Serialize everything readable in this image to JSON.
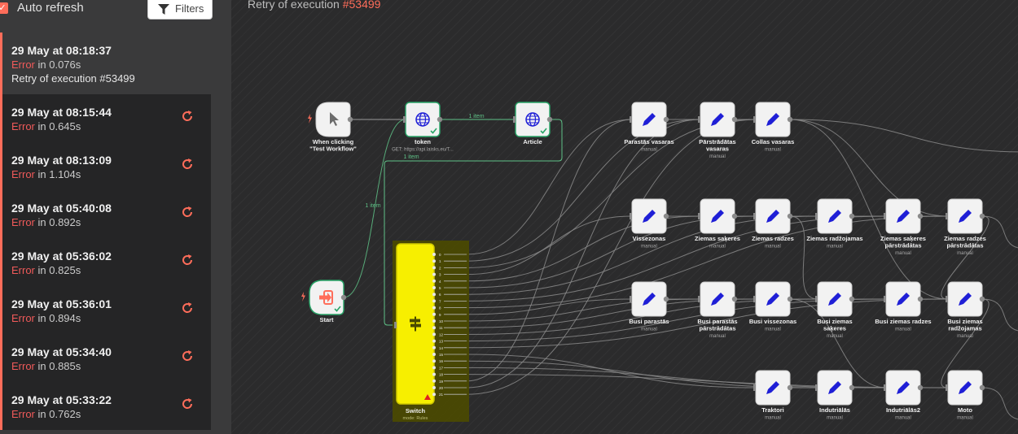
{
  "sidebar": {
    "auto_refresh_label": "Auto refresh",
    "auto_refresh_checked": true,
    "filters_label": "Filters",
    "executions": [
      {
        "time": "29 May at 08:18:37",
        "status": "Error",
        "duration": " in 0.076s",
        "retry_of": "Retry of execution #53499",
        "selected": true
      },
      {
        "time": "29 May at 08:15:44",
        "status": "Error",
        "duration": " in 0.645s"
      },
      {
        "time": "29 May at 08:13:09",
        "status": "Error",
        "duration": " in 1.104s"
      },
      {
        "time": "29 May at 05:40:08",
        "status": "Error",
        "duration": " in 0.892s"
      },
      {
        "time": "29 May at 05:36:02",
        "status": "Error",
        "duration": " in 0.825s"
      },
      {
        "time": "29 May at 05:36:01",
        "status": "Error",
        "duration": " in 0.894s"
      },
      {
        "time": "29 May at 05:34:40",
        "status": "Error",
        "duration": " in 0.885s"
      },
      {
        "time": "29 May at 05:33:22",
        "status": "Error",
        "duration": " in 0.762s"
      }
    ]
  },
  "canvas": {
    "title_prefix": "Retry of execution ",
    "title_id": "#53499",
    "colors": {
      "accent": "#ff6d5a",
      "success": "#29a568",
      "edge": "#8a8a8a",
      "edge_active": "#5fc287",
      "switch": "#f7ef00",
      "icon_blue": "#1f1fd6"
    },
    "nodes": [
      {
        "id": "trigger",
        "label": "When clicking \"Test Workflow\"",
        "icon": "cursor-icon",
        "kind": "trigger"
      },
      {
        "id": "token",
        "label": "token",
        "sub": "GET: https://api.laisks.eu/T...",
        "icon": "globe-icon",
        "kind": "http",
        "ok": true
      },
      {
        "id": "article",
        "label": "Article",
        "icon": "globe-icon",
        "kind": "http",
        "ok": true
      },
      {
        "id": "start",
        "label": "Start",
        "icon": "sign-in-icon",
        "kind": "start",
        "ok": true
      },
      {
        "id": "switch",
        "label": "Switch",
        "sub": "mode: Rules",
        "icon": "signpost-icon",
        "kind": "switch",
        "outputs": [
          "0",
          "1",
          "2",
          "3",
          "4",
          "5",
          "6",
          "7",
          "8",
          "9",
          "10",
          "11",
          "12",
          "13",
          "14",
          "15",
          "16",
          "17",
          "18",
          "19",
          "20",
          "21"
        ]
      },
      {
        "id": "n1",
        "label": "Parastās vasaras",
        "sub": "manual",
        "icon": "pencil-icon",
        "kind": "set"
      },
      {
        "id": "n2",
        "label": "Pārstrādātas vasaras",
        "sub": "manual",
        "icon": "pencil-icon",
        "kind": "set"
      },
      {
        "id": "n3",
        "label": "Collas vasaras",
        "sub": "manual",
        "icon": "pencil-icon",
        "kind": "set"
      },
      {
        "id": "n4",
        "label": "Vissezonas",
        "sub": "manual",
        "icon": "pencil-icon",
        "kind": "set"
      },
      {
        "id": "n5",
        "label": "Ziemas saķeres",
        "sub": "manual",
        "icon": "pencil-icon",
        "kind": "set"
      },
      {
        "id": "n6",
        "label": "Ziemas radzes",
        "sub": "manual",
        "icon": "pencil-icon",
        "kind": "set"
      },
      {
        "id": "n7",
        "label": "Ziemas radžojamas",
        "sub": "manual",
        "icon": "pencil-icon",
        "kind": "set"
      },
      {
        "id": "n8",
        "label": "Ziemas saķeres pārstrādātas",
        "sub": "manual",
        "icon": "pencil-icon",
        "kind": "set"
      },
      {
        "id": "n9",
        "label": "Ziemas radzes pārstrādātas",
        "sub": "manual",
        "icon": "pencil-icon",
        "kind": "set"
      },
      {
        "id": "n10",
        "label": "Busi parastās",
        "sub": "manual",
        "icon": "pencil-icon",
        "kind": "set"
      },
      {
        "id": "n11",
        "label": "Busi parastās pārstrādātas",
        "sub": "manual",
        "icon": "pencil-icon",
        "kind": "set"
      },
      {
        "id": "n12",
        "label": "Busi vissezonas",
        "sub": "manual",
        "icon": "pencil-icon",
        "kind": "set"
      },
      {
        "id": "n13",
        "label": "Busi ziemas saķeres",
        "sub": "manual",
        "icon": "pencil-icon",
        "kind": "set"
      },
      {
        "id": "n14",
        "label": "Busi ziemas radzes",
        "sub": "manual",
        "icon": "pencil-icon",
        "kind": "set"
      },
      {
        "id": "n15",
        "label": "Busi ziemas radžojamas",
        "sub": "manual",
        "icon": "pencil-icon",
        "kind": "set"
      },
      {
        "id": "n16",
        "label": "Traktori",
        "sub": "manual",
        "icon": "pencil-icon",
        "kind": "set"
      },
      {
        "id": "n17",
        "label": "Indutriālās",
        "sub": "manual",
        "icon": "pencil-icon",
        "kind": "set"
      },
      {
        "id": "n18",
        "label": "Indutriālās2",
        "sub": "manual",
        "icon": "pencil-icon",
        "kind": "set"
      },
      {
        "id": "n19",
        "label": "Moto",
        "sub": "manual",
        "icon": "pencil-icon",
        "kind": "set"
      }
    ],
    "edges": [
      {
        "from": "trigger",
        "to": "token",
        "label": ""
      },
      {
        "from": "token",
        "to": "article",
        "label": "1 item"
      },
      {
        "from": "article",
        "to": "switch",
        "label": "1 item"
      },
      {
        "from": "start",
        "to": "token",
        "label": "1 item"
      }
    ]
  }
}
